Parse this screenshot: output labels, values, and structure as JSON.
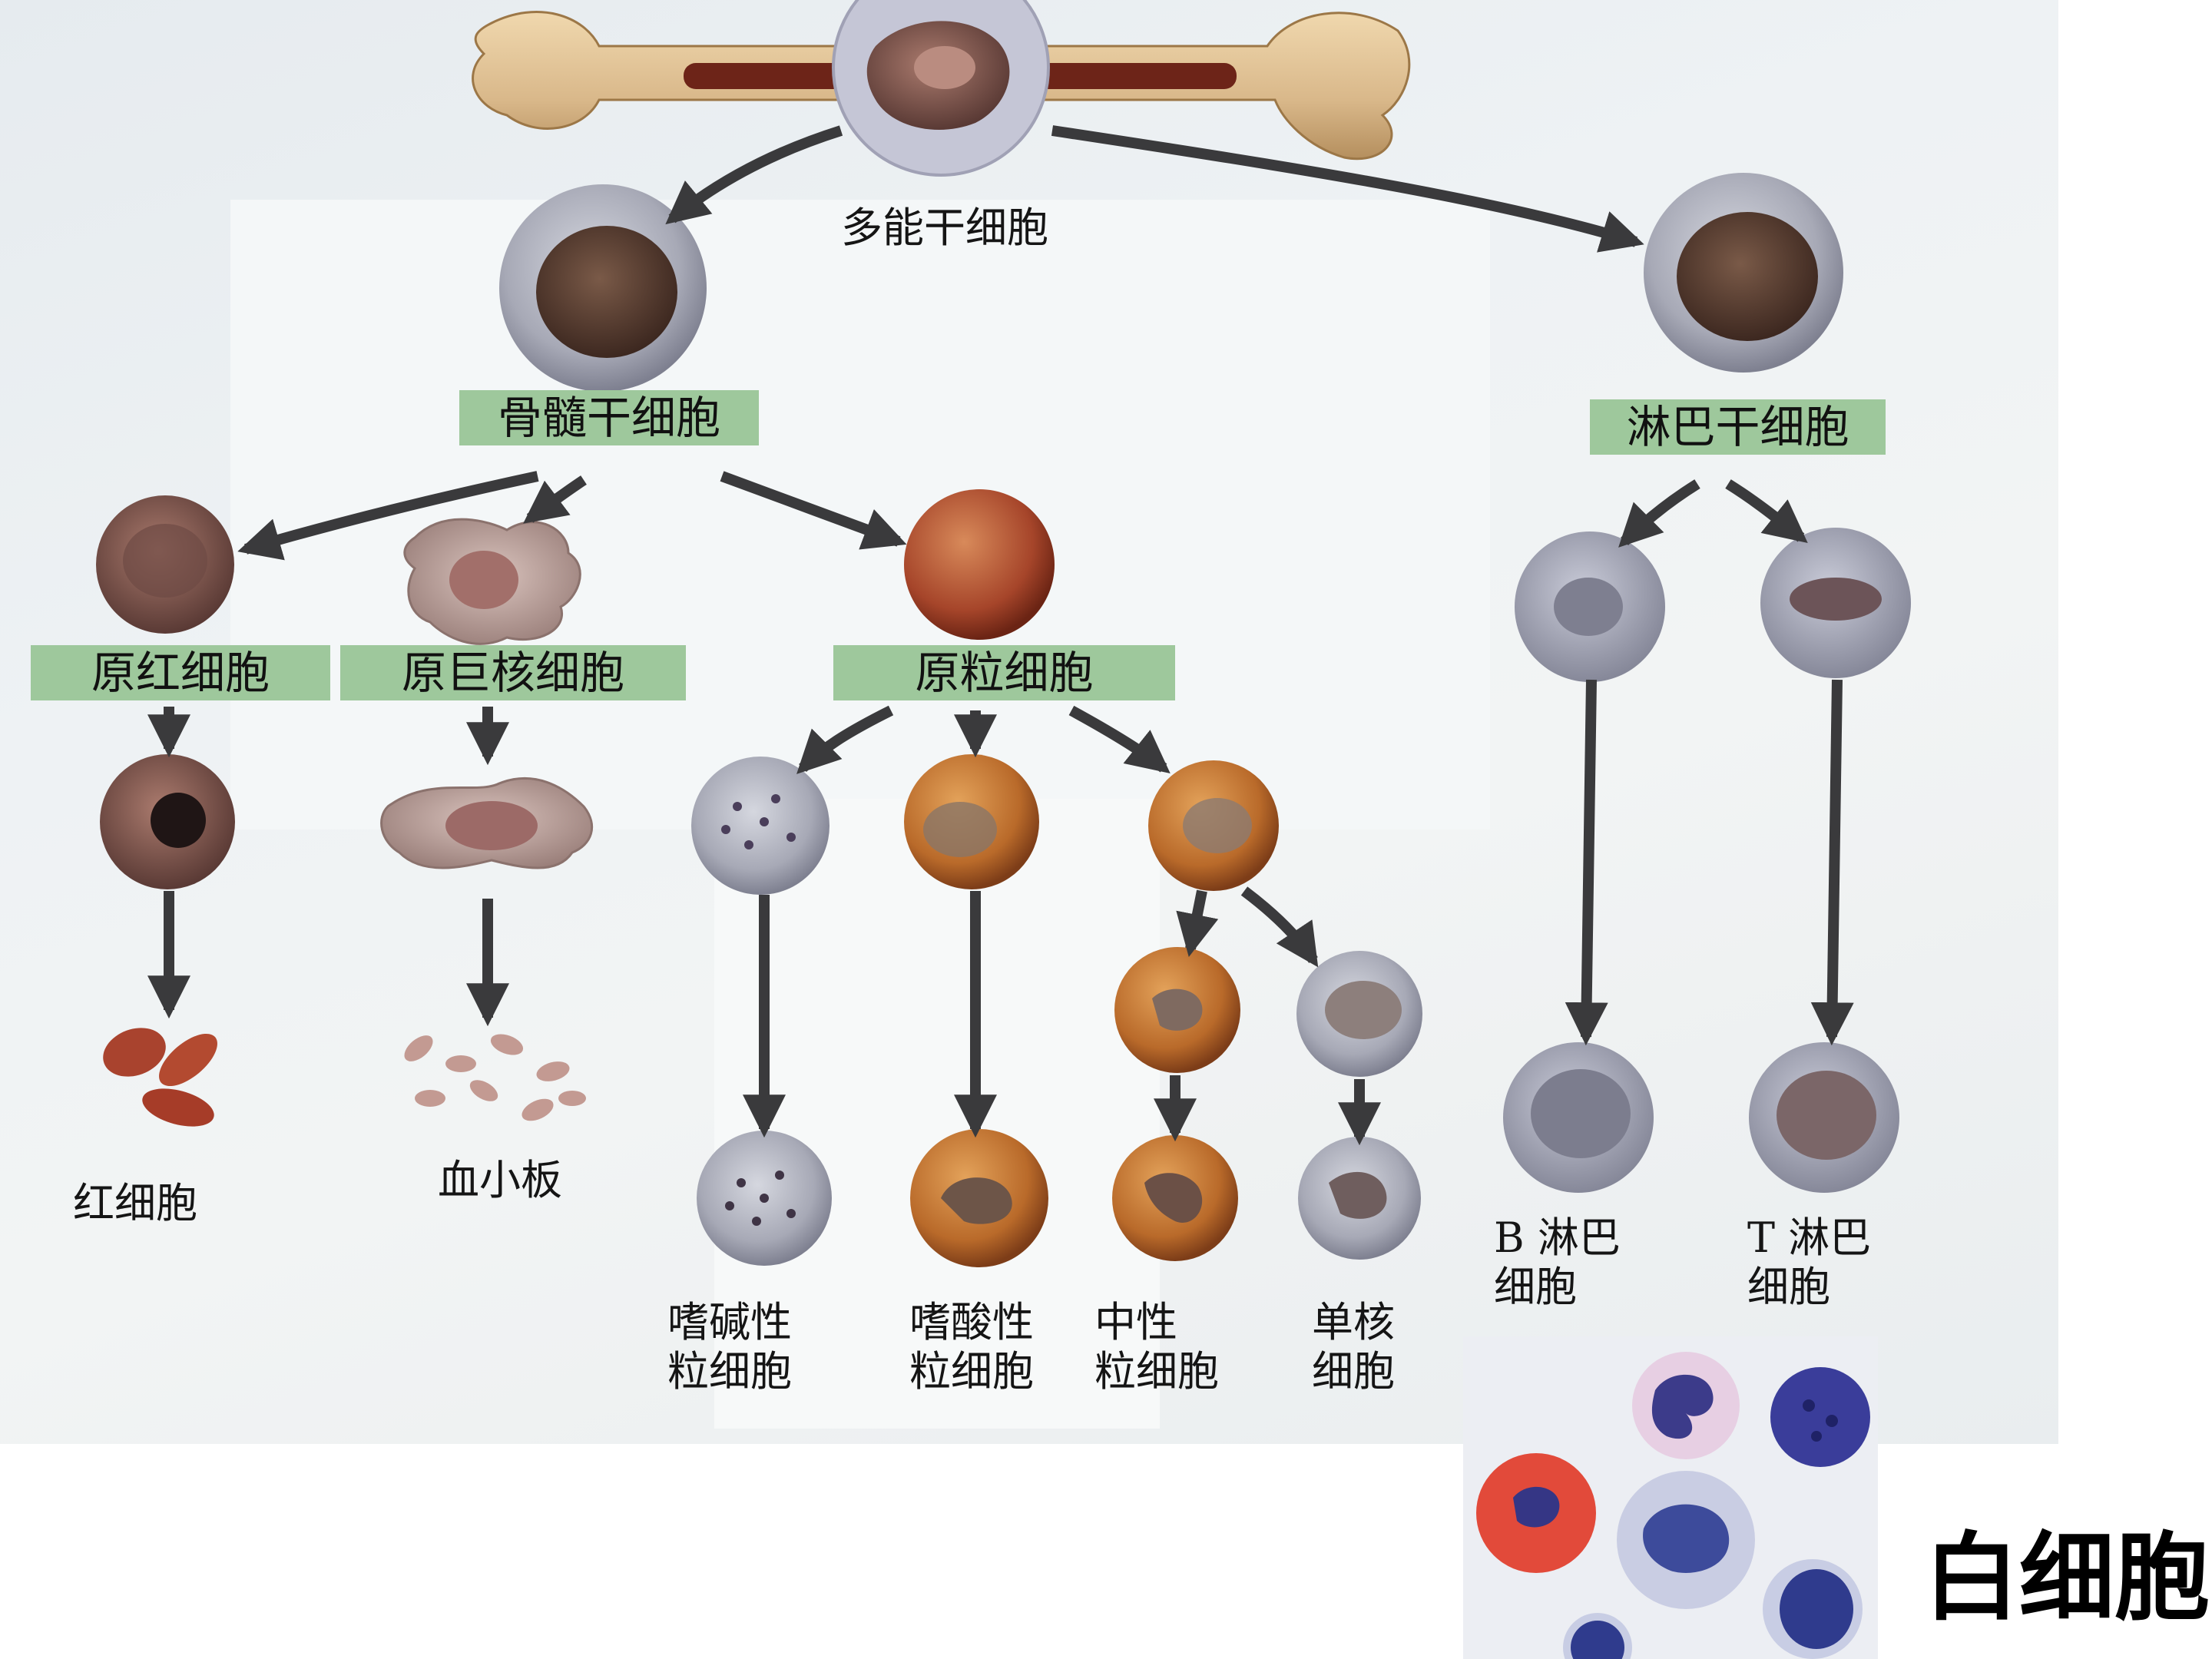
{
  "labels": {
    "pluripotent": "多能干细胞",
    "myeloid": "骨髓干细胞",
    "lymphoid": "淋巴干细胞",
    "proerythroblast": "原红细胞",
    "megakaryoblast": "原巨核细胞",
    "myeloblast": "原粒细胞",
    "rbc": "红细胞",
    "platelet": "血小板",
    "basophil": [
      "嗜碱性",
      "粒细胞"
    ],
    "eosinophil": [
      "嗜酸性",
      "粒细胞"
    ],
    "neutrophil": [
      "中性",
      "粒细胞"
    ],
    "monocyte": [
      "单核",
      "细胞"
    ],
    "b_cell": [
      "B 淋巴",
      "细胞"
    ],
    "t_cell": [
      "T 淋巴",
      "细胞"
    ]
  },
  "caption": "白细胞",
  "colors": {
    "label_box": "#9ec89c",
    "arrow": "#3a3a3c",
    "bone": "#d9b88a"
  }
}
